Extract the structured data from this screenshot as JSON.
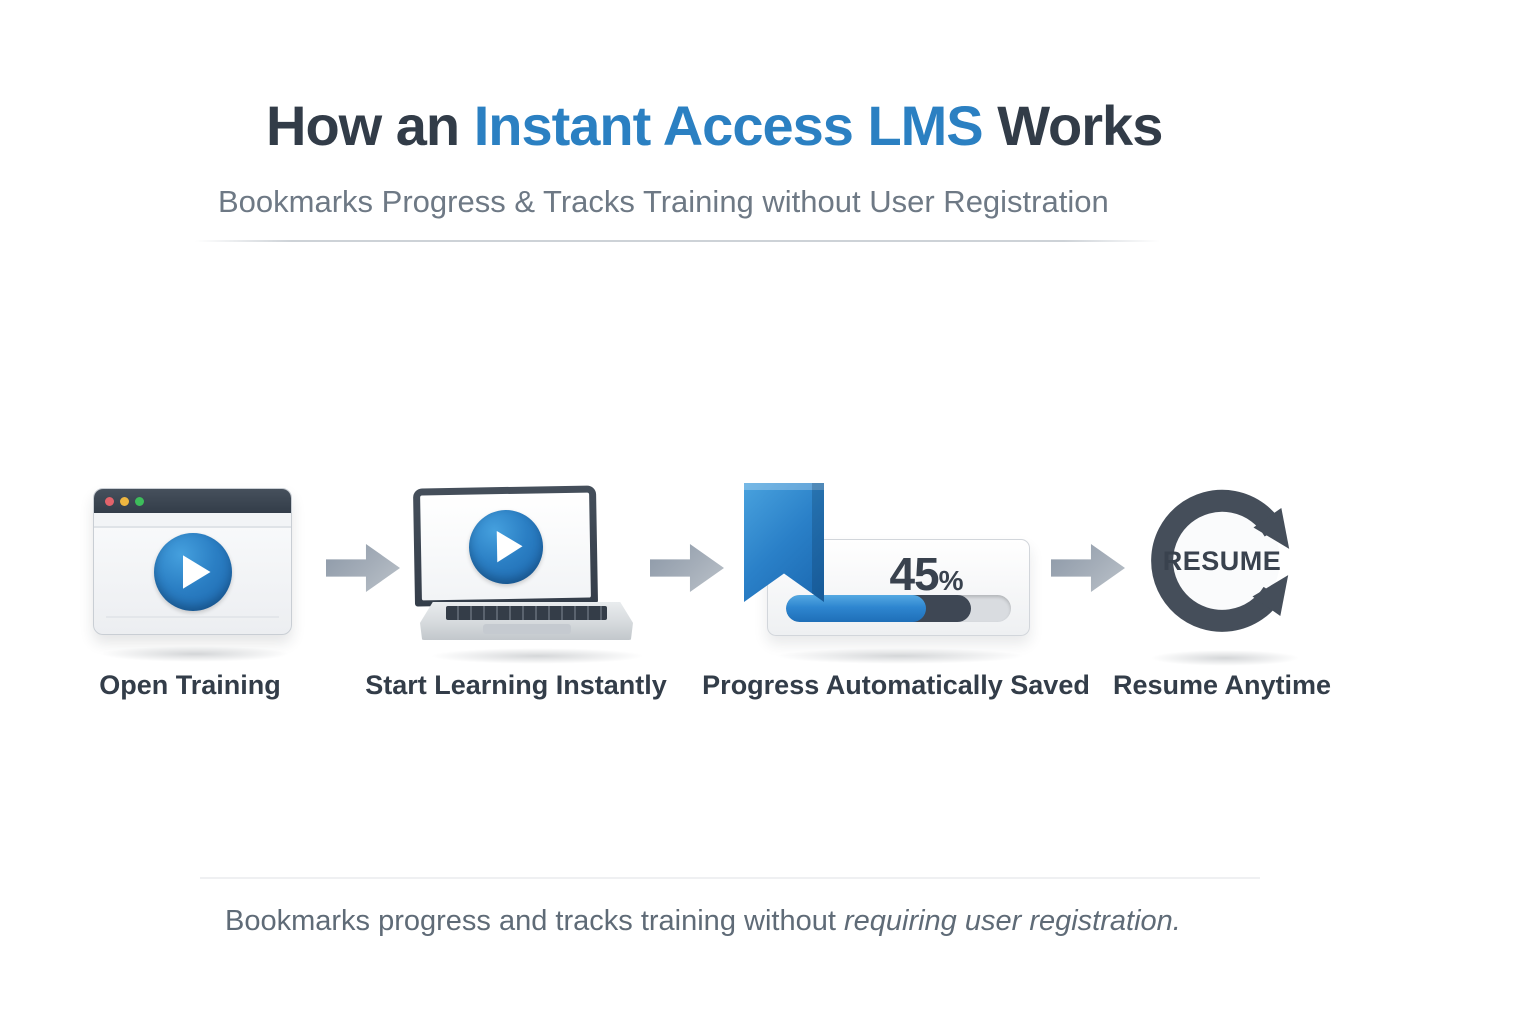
{
  "header": {
    "title_part1": "How an ",
    "title_highlight": "Instant Access LMS",
    "title_part2": " Works",
    "subtitle": "Bookmarks Progress & Tracks Training without User Registration"
  },
  "steps": [
    {
      "label": "Open Training",
      "icon": "browser-play-icon"
    },
    {
      "label": "Start Learning Instantly",
      "icon": "laptop-play-icon"
    },
    {
      "label": "Progress Automatically Saved",
      "icon": "bookmark-progress-icon",
      "progress_value": "45",
      "progress_unit": "%"
    },
    {
      "label": "Resume Anytime",
      "icon": "resume-cycle-icon",
      "badge_text": "RESUME"
    }
  ],
  "footer": {
    "caption_normal": "Bookmarks progress and tracks training without ",
    "caption_italic": "requiring user registration."
  },
  "colors": {
    "accent_blue": "#2b80c2",
    "dark_slate": "#333d49",
    "subtitle_gray": "#6e7985",
    "progress_blue": "#2e86d0",
    "progress_dark": "#3e4754",
    "arrow_gray": "#a5aeb9",
    "dot_red": "#e2636b",
    "dot_yellow": "#eeb640",
    "dot_green": "#3dbd5b"
  }
}
